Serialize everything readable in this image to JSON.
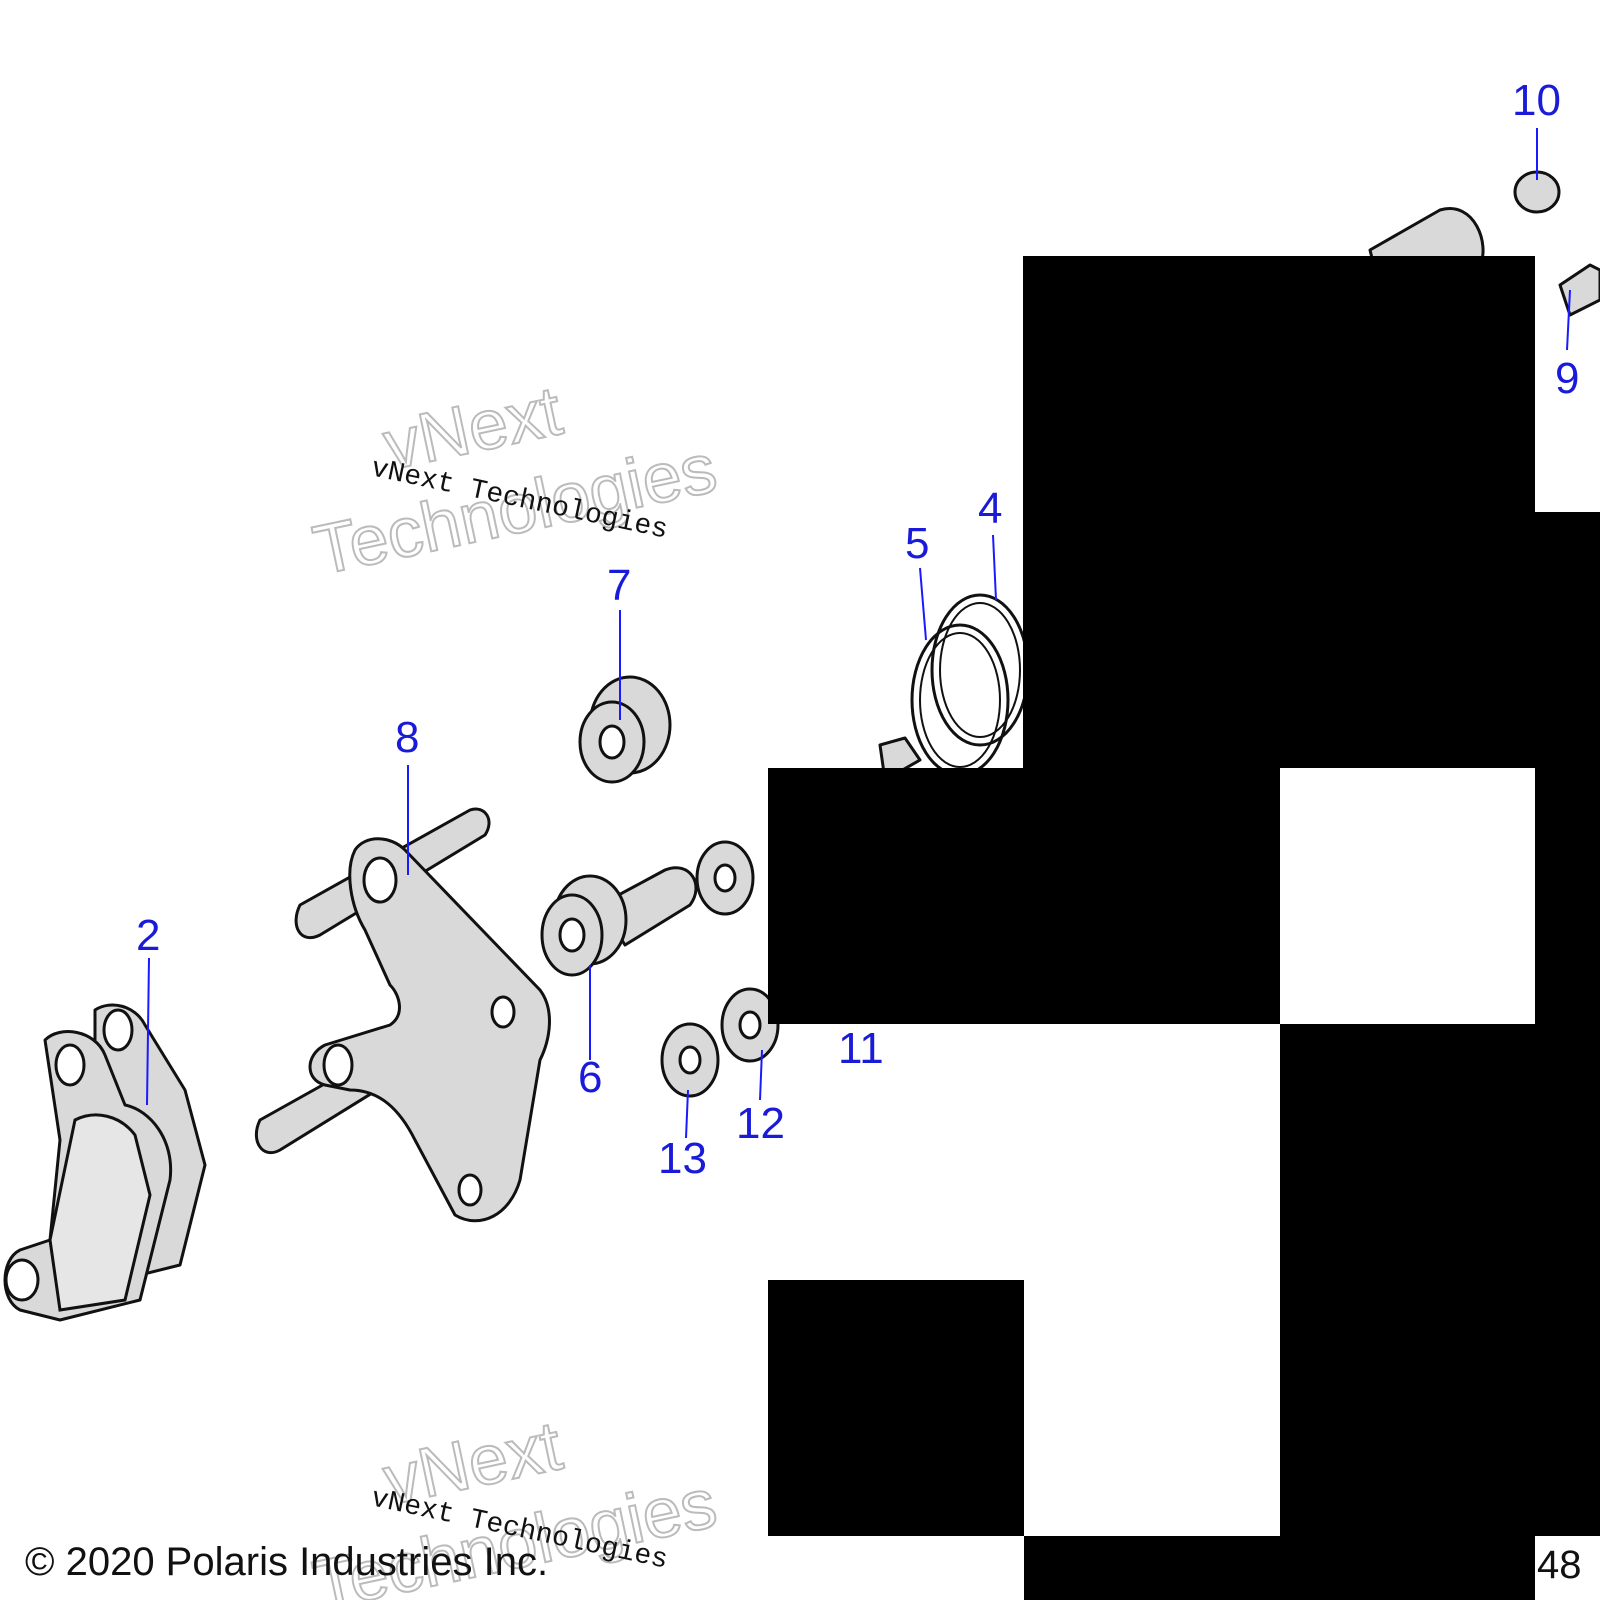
{
  "watermark": {
    "primary": "vNext Technologies",
    "line1": "vNext",
    "line2": "Technologies"
  },
  "callouts": {
    "c2": "2",
    "c4": "4",
    "c5": "5",
    "c6": "6",
    "c7": "7",
    "c8": "8",
    "c9": "9",
    "c10": "10",
    "c11": "11",
    "c12": "12",
    "c13": "13"
  },
  "footer": {
    "copyright": "© 2020 Polaris Industries Inc.",
    "page": "48"
  },
  "colors": {
    "callout": "#1a1ad9",
    "part_fill": "#d9d9d9",
    "redaction": "#000000"
  }
}
